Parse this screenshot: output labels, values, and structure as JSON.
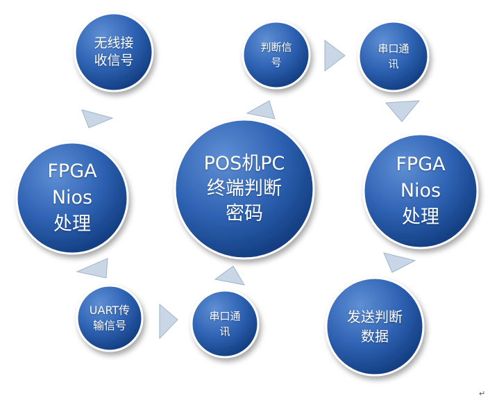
{
  "diagram": {
    "nodes": [
      {
        "id": "wireless",
        "label": "无线接\n收信号"
      },
      {
        "id": "fpga-left",
        "label": "FPGA\nNios\n处理"
      },
      {
        "id": "uart",
        "label": "UART传\n输信号"
      },
      {
        "id": "serial-left",
        "label": "串口通\n讯"
      },
      {
        "id": "pos-pc",
        "label": "POS机PC\n终端判断\n密码"
      },
      {
        "id": "judge-signal",
        "label": "判断信\n号"
      },
      {
        "id": "serial-right",
        "label": "串口通\n讯"
      },
      {
        "id": "fpga-right",
        "label": "FPGA\nNios\n处理"
      },
      {
        "id": "send-data",
        "label": "发送判断\n数据"
      }
    ],
    "colors": {
      "node_light": "#5f8fd4",
      "node_mid": "#2f63b4",
      "node_dark": "#123d80",
      "arrow_fill": "#c9d6e6",
      "arrow_stroke": "#9fb3cc"
    }
  },
  "return_mark": "↵"
}
